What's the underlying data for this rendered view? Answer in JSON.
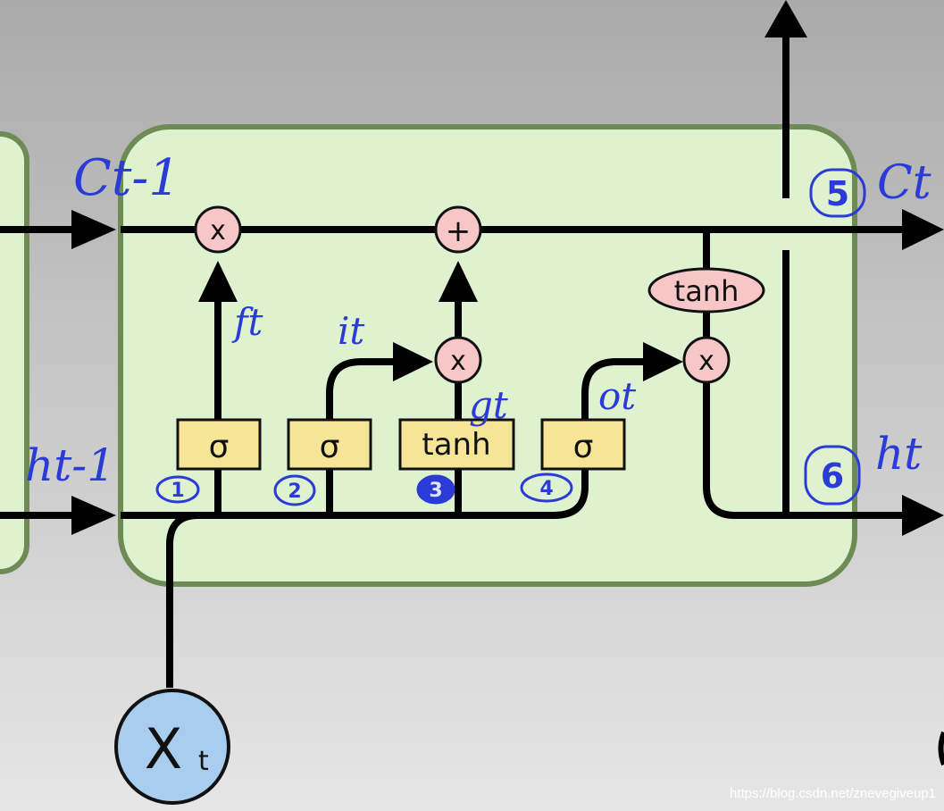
{
  "operators": {
    "mult": "x",
    "add": "+"
  },
  "gates": {
    "forget": "σ",
    "input": "σ",
    "candidate": "tanh",
    "output": "σ",
    "cell_tanh": "tanh"
  },
  "input_node": {
    "main": "X",
    "sub": "t"
  },
  "annotations": {
    "c_prev": "Ct-1",
    "c_next": "Ct",
    "h_prev": "ht-1",
    "h_next": "ht",
    "f": "ft",
    "i": "it",
    "g": "gt",
    "o": "ot",
    "step1": "1",
    "step2": "2",
    "step3": "3",
    "step4": "4",
    "step5": "5",
    "step6": "6"
  },
  "watermark": "https://blog.csdn.net/znevegiveup1",
  "colors": {
    "cell_fill": "#dff2cf",
    "cell_border": "#6e8a55",
    "gate_fill": "#f7e597",
    "op_fill": "#f7c7c8",
    "input_fill": "#a9cdee",
    "pen_blue": "#2a3bd6"
  }
}
